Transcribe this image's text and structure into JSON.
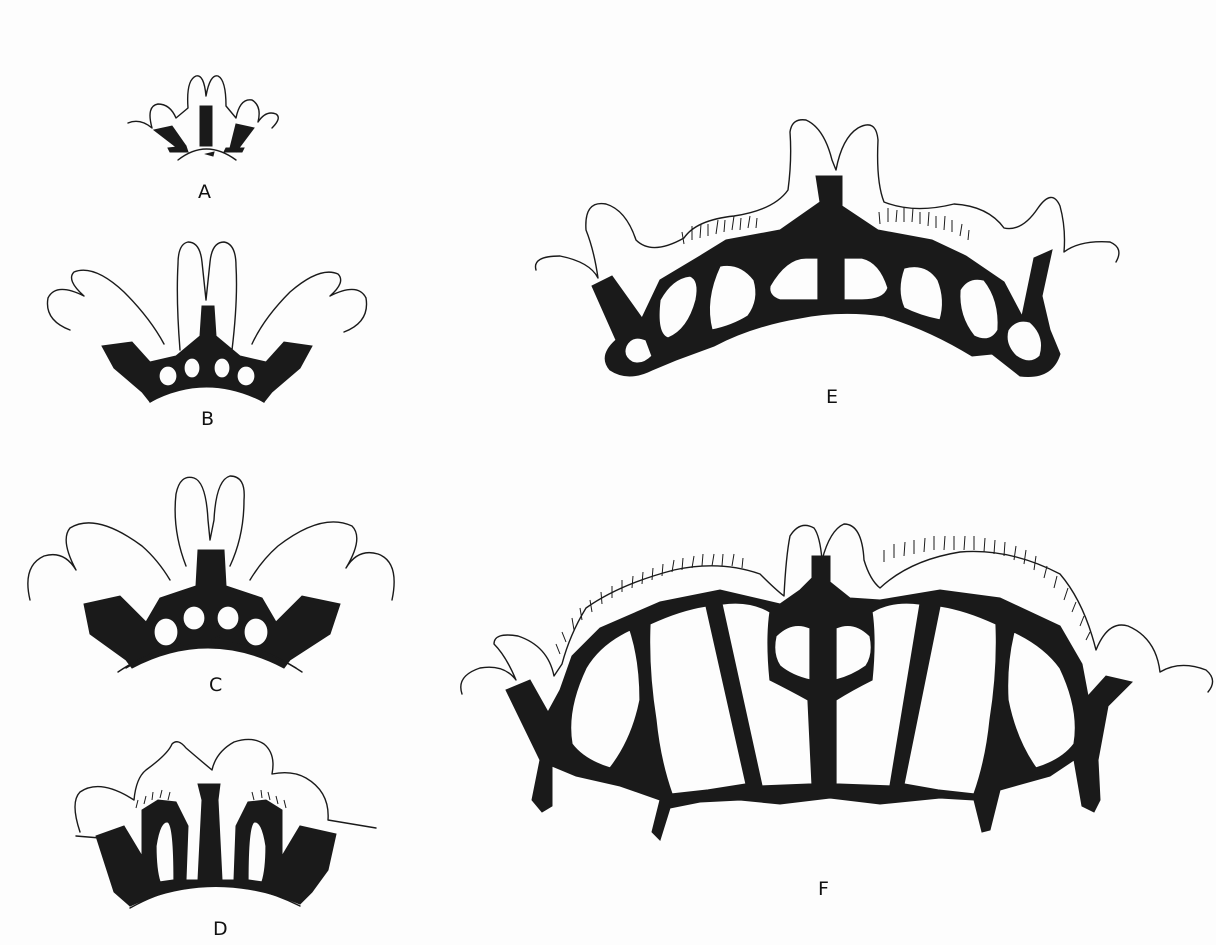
{
  "figure": {
    "labels": [
      "A",
      "B",
      "C",
      "D",
      "E",
      "F"
    ]
  },
  "colors": {
    "ink": "#1a1a1a",
    "paper": "#fdfdfd"
  }
}
